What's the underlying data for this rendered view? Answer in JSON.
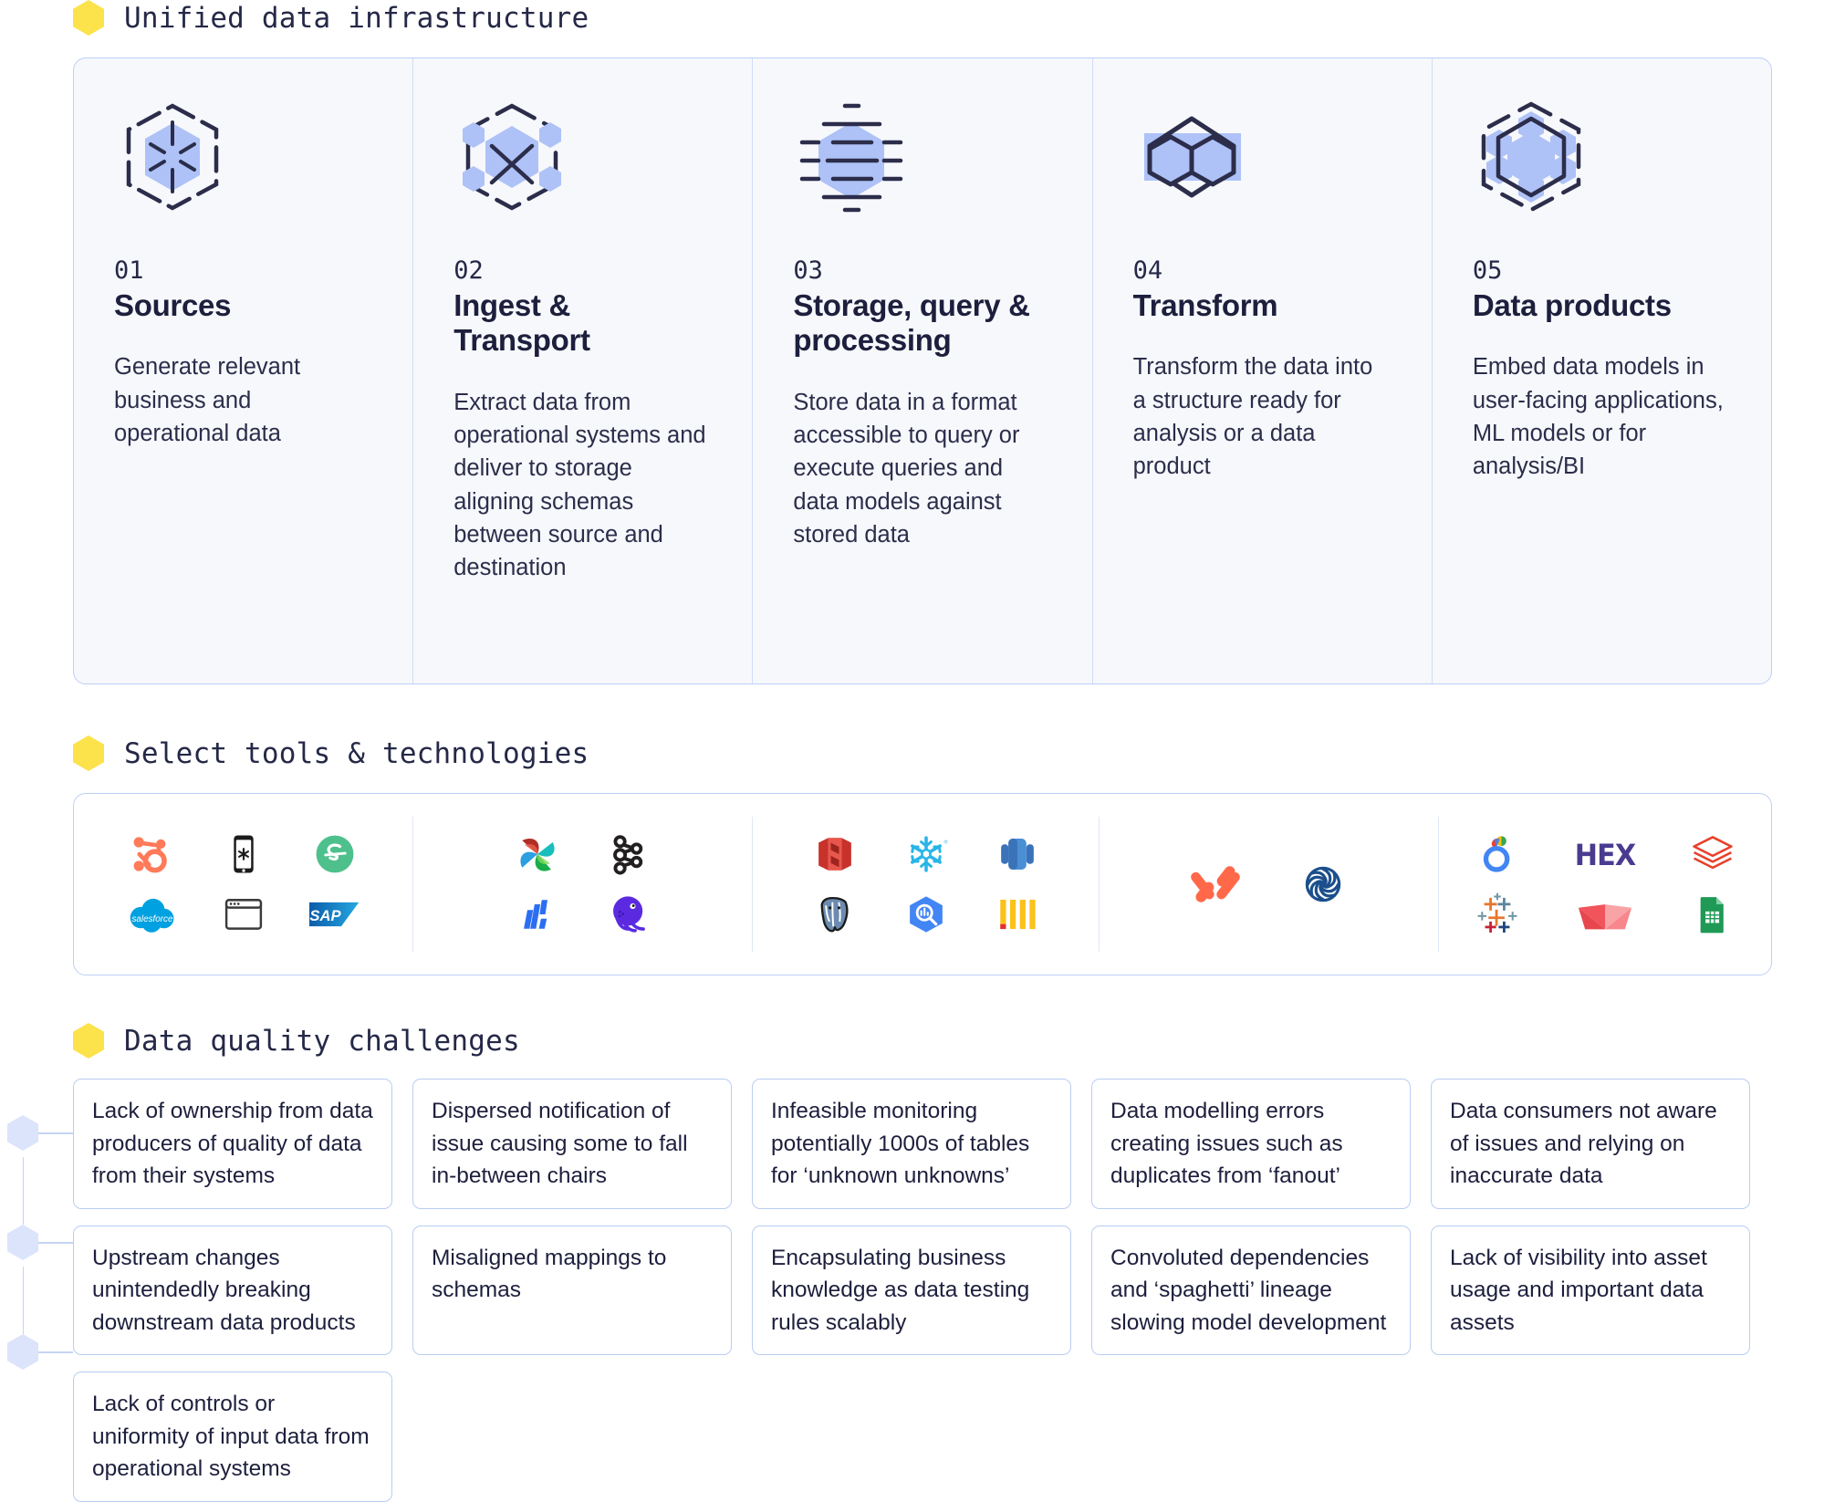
{
  "sections": {
    "pipeline_heading": "Unified data infrastructure",
    "tools_heading": "Select tools & technologies",
    "challenges_heading": "Data quality challenges"
  },
  "pipeline": {
    "stages": [
      {
        "number": "01",
        "name": "Sources",
        "description": "Generate relevant business and operational data",
        "icon": "hexagon-burst-icon"
      },
      {
        "number": "02",
        "name": "Ingest & Transport",
        "description": "Extract data from operational systems and deliver to storage aligning schemas between source and destination",
        "icon": "hexagon-network-cross-icon"
      },
      {
        "number": "03",
        "name": "Storage, query & processing",
        "description": "Store data in a format accessible to query or execute queries and data models against stored data",
        "icon": "hexagon-layers-icon"
      },
      {
        "number": "04",
        "name": "Transform",
        "description": "Transform the data into a structure ready for analysis or a data product",
        "icon": "hexagon-split-icon"
      },
      {
        "number": "05",
        "name": "Data products",
        "description": "Embed data models in user-facing applications, ML models or for analysis/BI",
        "icon": "hexagon-nodes-icon"
      }
    ]
  },
  "tools": {
    "groups": [
      {
        "group_name": "sources-tools",
        "items": [
          {
            "name": "hubspot-logo",
            "label": "HubSpot"
          },
          {
            "name": "salesforce-logo",
            "label": "Salesforce"
          },
          {
            "name": "mobile-app-icon",
            "label": "Mobile app"
          },
          {
            "name": "web-app-icon",
            "label": "Web app"
          },
          {
            "name": "stripe-logo",
            "label": "Stripe"
          },
          {
            "name": "sap-logo",
            "label": "SAP"
          }
        ]
      },
      {
        "group_name": "ingest-transport-tools",
        "items": [
          {
            "name": "airflow-logo",
            "label": "Apache Airflow"
          },
          {
            "name": "fivetran-logo",
            "label": "Fivetran"
          },
          {
            "name": "kafka-logo",
            "label": "Apache Kafka"
          },
          {
            "name": "meltano-logo",
            "label": "Meltano"
          }
        ]
      },
      {
        "group_name": "storage-query-tools",
        "items": [
          {
            "name": "amazon-redshift-logo",
            "label": "Amazon Redshift"
          },
          {
            "name": "postgresql-logo",
            "label": "PostgreSQL"
          },
          {
            "name": "snowflake-logo",
            "label": "Snowflake"
          },
          {
            "name": "bigquery-logo",
            "label": "Google BigQuery"
          },
          {
            "name": "amazon-rds-logo",
            "label": "Amazon RDS"
          },
          {
            "name": "clickhouse-logo",
            "label": "ClickHouse"
          }
        ]
      },
      {
        "group_name": "transform-tools",
        "items": [
          {
            "name": "dbt-logo",
            "label": "dbt"
          },
          {
            "name": "dagster-logo",
            "label": "Dagster"
          }
        ]
      },
      {
        "group_name": "data-products-tools",
        "items": [
          {
            "name": "looker-logo",
            "label": "Looker"
          },
          {
            "name": "tableau-logo",
            "label": "Tableau"
          },
          {
            "name": "hex-logo",
            "label": "Hex"
          },
          {
            "name": "mode-logo",
            "label": "Mode"
          },
          {
            "name": "databricks-logo",
            "label": "Databricks"
          },
          {
            "name": "google-sheets-logo",
            "label": "Google Sheets"
          }
        ]
      }
    ]
  },
  "challenges": {
    "rows": [
      [
        "Lack of ownership from data producers of quality of data from their systems",
        "Dispersed notification of issue causing some to fall in-between chairs",
        "Infeasible monitoring potentially 1000s of tables for ‘unknown unknowns’",
        "Data modelling errors creating issues such as duplicates from ‘fanout’",
        "Data consumers not aware of issues and relying on inaccurate data"
      ],
      [
        "Upstream changes unintendedly breaking downstream data products",
        "Misaligned mappings to schemas",
        "Encapsulating business knowledge as data testing rules scalably",
        "Convoluted dependencies and ‘spaghetti’ lineage slowing model development",
        "Lack of visibility into asset usage and important data assets"
      ],
      [
        "Lack of controls or uniformity of input data from operational systems"
      ]
    ]
  },
  "colors": {
    "accent_yellow": "#FCE24B",
    "panel_border": "#bcd0f5",
    "panel_bg": "#f7f8fc",
    "icon_blue": "#aec2f7",
    "icon_dark": "#2b2d4a",
    "text_dark": "#1d1f3d"
  }
}
